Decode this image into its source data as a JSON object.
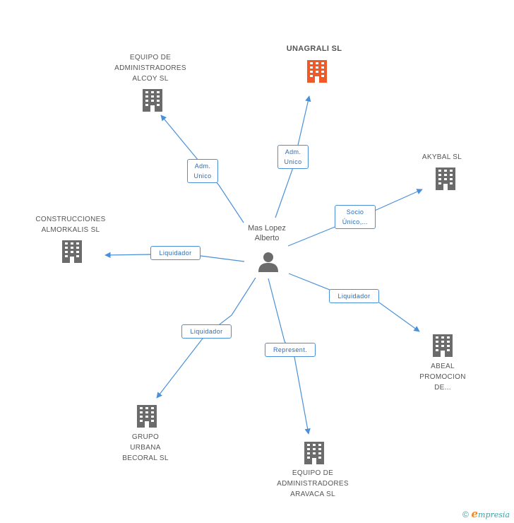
{
  "person": {
    "name": "Mas Lopez\nAlberto"
  },
  "companies": [
    {
      "id": "unagrali",
      "label": "UNAGRALI SL",
      "focus": true
    },
    {
      "id": "alcoy",
      "label": "EQUIPO DE\nADMINISTRADORES\nALCOY SL"
    },
    {
      "id": "akybal",
      "label": "AKYBAL SL"
    },
    {
      "id": "almorkalis",
      "label": "CONSTRUCCIONES\nALMORKALIS SL"
    },
    {
      "id": "abeal",
      "label": "ABEAL\nPROMOCION\nDE..."
    },
    {
      "id": "becoral",
      "label": "GRUPO\nURBANA\nBECORAL SL"
    },
    {
      "id": "aravaca",
      "label": "EQUIPO DE\nADMINISTRADORES\nARAVACA SL"
    }
  ],
  "relations": [
    {
      "to": "alcoy",
      "label": "Adm.\nUnico"
    },
    {
      "to": "unagrali",
      "label": "Adm.\nUnico"
    },
    {
      "to": "akybal",
      "label": "Socio\nÚnico,..."
    },
    {
      "to": "almorkalis",
      "label": "Liquidador"
    },
    {
      "to": "abeal",
      "label": "Liquidador"
    },
    {
      "to": "becoral",
      "label": "Liquidador"
    },
    {
      "to": "aravaca",
      "label": "Represent."
    }
  ],
  "colors": {
    "edge": "#4a90d9",
    "building": "#6b6b6b",
    "building_focus": "#f05a28",
    "person": "#6b6b6b"
  },
  "footer": {
    "copyright": "©",
    "brand_e": "e",
    "brand_rest": "mpresia"
  }
}
